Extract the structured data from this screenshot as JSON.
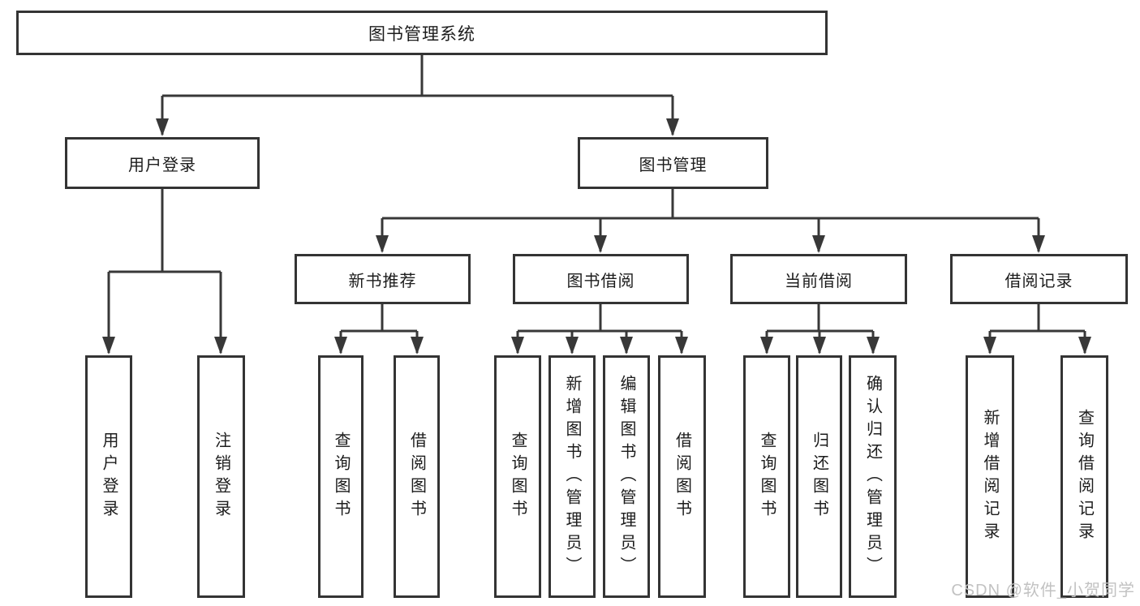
{
  "diagram": {
    "type": "hierarchy-tree",
    "tree": {
      "root": {
        "label": "图书管理系统",
        "children": [
          {
            "label": "用户登录",
            "children": [
              {
                "label": "用户登录"
              },
              {
                "label": "注销登录"
              }
            ]
          },
          {
            "label": "图书管理",
            "children": [
              {
                "label": "新书推荐",
                "children": [
                  {
                    "label": "查询图书"
                  },
                  {
                    "label": "借阅图书"
                  }
                ]
              },
              {
                "label": "图书借阅",
                "children": [
                  {
                    "label": "查询图书"
                  },
                  {
                    "label": "新增图书（管理员）"
                  },
                  {
                    "label": "编辑图书（管理员）"
                  },
                  {
                    "label": "借阅图书"
                  }
                ]
              },
              {
                "label": "当前借阅",
                "children": [
                  {
                    "label": "查询图书"
                  },
                  {
                    "label": "归还图书"
                  },
                  {
                    "label": "确认归还（管理员）"
                  }
                ]
              },
              {
                "label": "借阅记录",
                "children": [
                  {
                    "label": "新增借阅记录"
                  },
                  {
                    "label": "查询借阅记录"
                  }
                ]
              }
            ]
          }
        ]
      }
    },
    "colors": {
      "background": "#ffffff",
      "box_border": "#343434",
      "box_fill": "#ffffff",
      "line": "#383838",
      "text": "#1c1c1c",
      "watermark": "#c2c2c2"
    }
  },
  "watermark": {
    "text": "CSDN @软件_小贺同学"
  }
}
